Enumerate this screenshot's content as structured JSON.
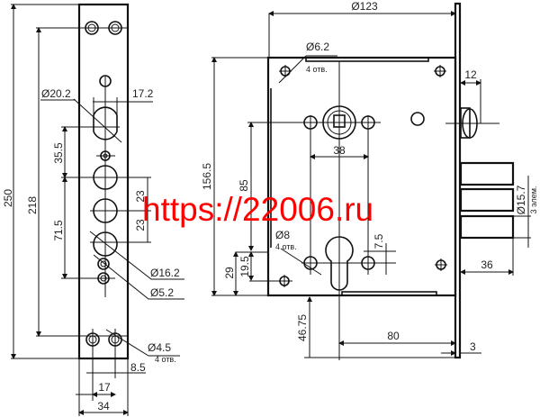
{
  "front_view": {
    "dim_total_height": "250",
    "dim_mount_spacing": "218",
    "dim_spindle_to_bolt": "35.5",
    "dim_bolt_to_cyl": "71.5",
    "dim_bolt_pitch_a": "23",
    "dim_bolt_pitch_b": "23",
    "dim_spindle_dia": "Ø20.2",
    "dim_spindle_width": "17.2",
    "dim_bolt_hole_dia": "Ø16.2",
    "dim_small_hole_dia": "Ø5.2",
    "dim_mount_hole_dia": "Ø4.5",
    "dim_mount_hole_count": "4 отв.",
    "dim_offset": "8.5",
    "dim_mount_width": "17",
    "dim_plate_width": "34"
  },
  "side_view": {
    "dim_length": "Ø123",
    "dim_screw_dia": "Ø6.2",
    "dim_screw_count": "4 отв.",
    "dim_body_height": "156.5",
    "dim_spindle_to_cyl": "85",
    "dim_38": "38",
    "dim_latch": "12",
    "dim_bolt_dia": "Ø15.7",
    "dim_bolt_count": "3 элем.",
    "dim_cyl_hole_dia": "Ø8",
    "dim_cyl_hole_count": "4 отв.",
    "dim_cyl_offset": "7.5",
    "dim_19_5": "19.5",
    "dim_29": "29",
    "dim_bolt_throw": "36",
    "dim_backset_depth": "46.75",
    "dim_backset": "80",
    "dim_plate_thickness": "3"
  },
  "watermark": "https://22006.ru",
  "colors": {
    "line": "#111111",
    "watermark": "#ff0000"
  }
}
